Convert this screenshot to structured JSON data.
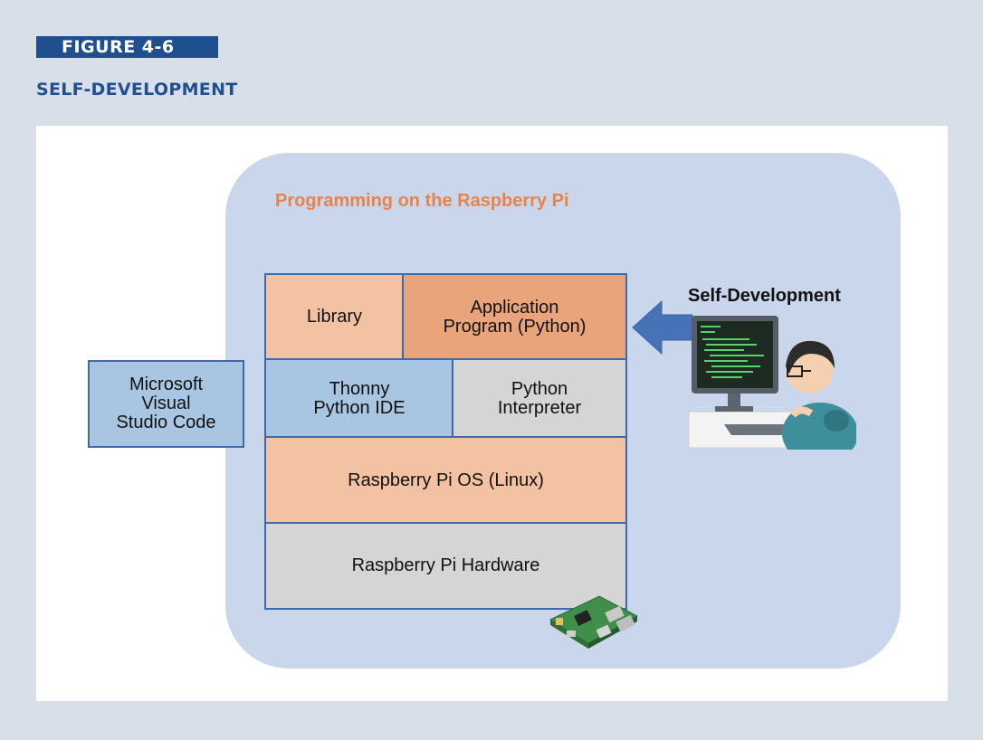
{
  "figure": {
    "label": "FIGURE 4-6",
    "title": "SELF-DEVELOPMENT"
  },
  "diagram": {
    "title": "Programming on the Raspberry Pi",
    "boxes": {
      "library": "Library",
      "application": [
        "Application",
        "Program (Python)"
      ],
      "thonny": [
        "Thonny",
        "Python IDE"
      ],
      "interpreter": [
        "Python",
        "Interpreter"
      ],
      "os": "Raspberry Pi OS (Linux)",
      "hardware": "Raspberry Pi Hardware",
      "vscode": [
        "Microsoft",
        "Visual",
        "Studio Code"
      ]
    },
    "self_development": "Self-Development",
    "colors": {
      "accent": "#1f4f8f",
      "title_orange": "#e9834a",
      "bubble": "#c9d6eb",
      "peach": "#f3c2a2",
      "orange": "#eaa47c",
      "blue": "#a8c6e1",
      "gray": "#d5d5d5"
    },
    "icons": [
      "arrow-left-icon",
      "programmer-at-computer-icon",
      "raspberry-pi-board-icon"
    ]
  }
}
